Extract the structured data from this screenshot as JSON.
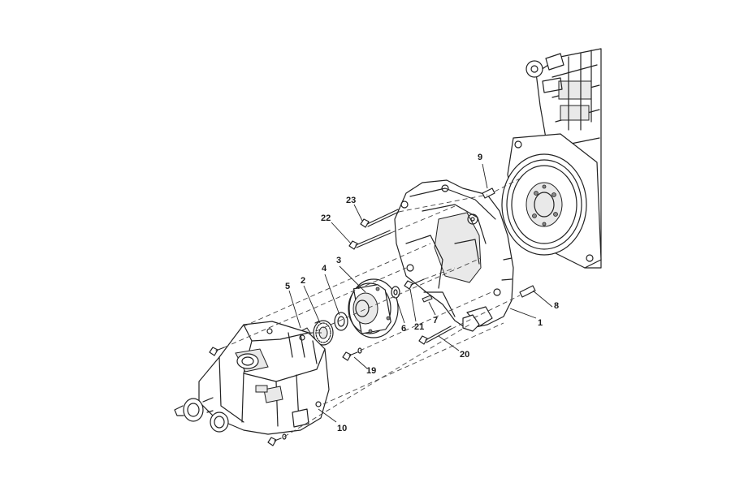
{
  "callouts": {
    "c1": "1",
    "c2": "2",
    "c3": "3",
    "c4": "4",
    "c5": "5",
    "c6": "6",
    "c7": "7",
    "c8": "8",
    "c9": "9",
    "c10": "10",
    "c19": "19",
    "c20": "20",
    "c21": "21",
    "c22": "22",
    "c23": "23"
  }
}
